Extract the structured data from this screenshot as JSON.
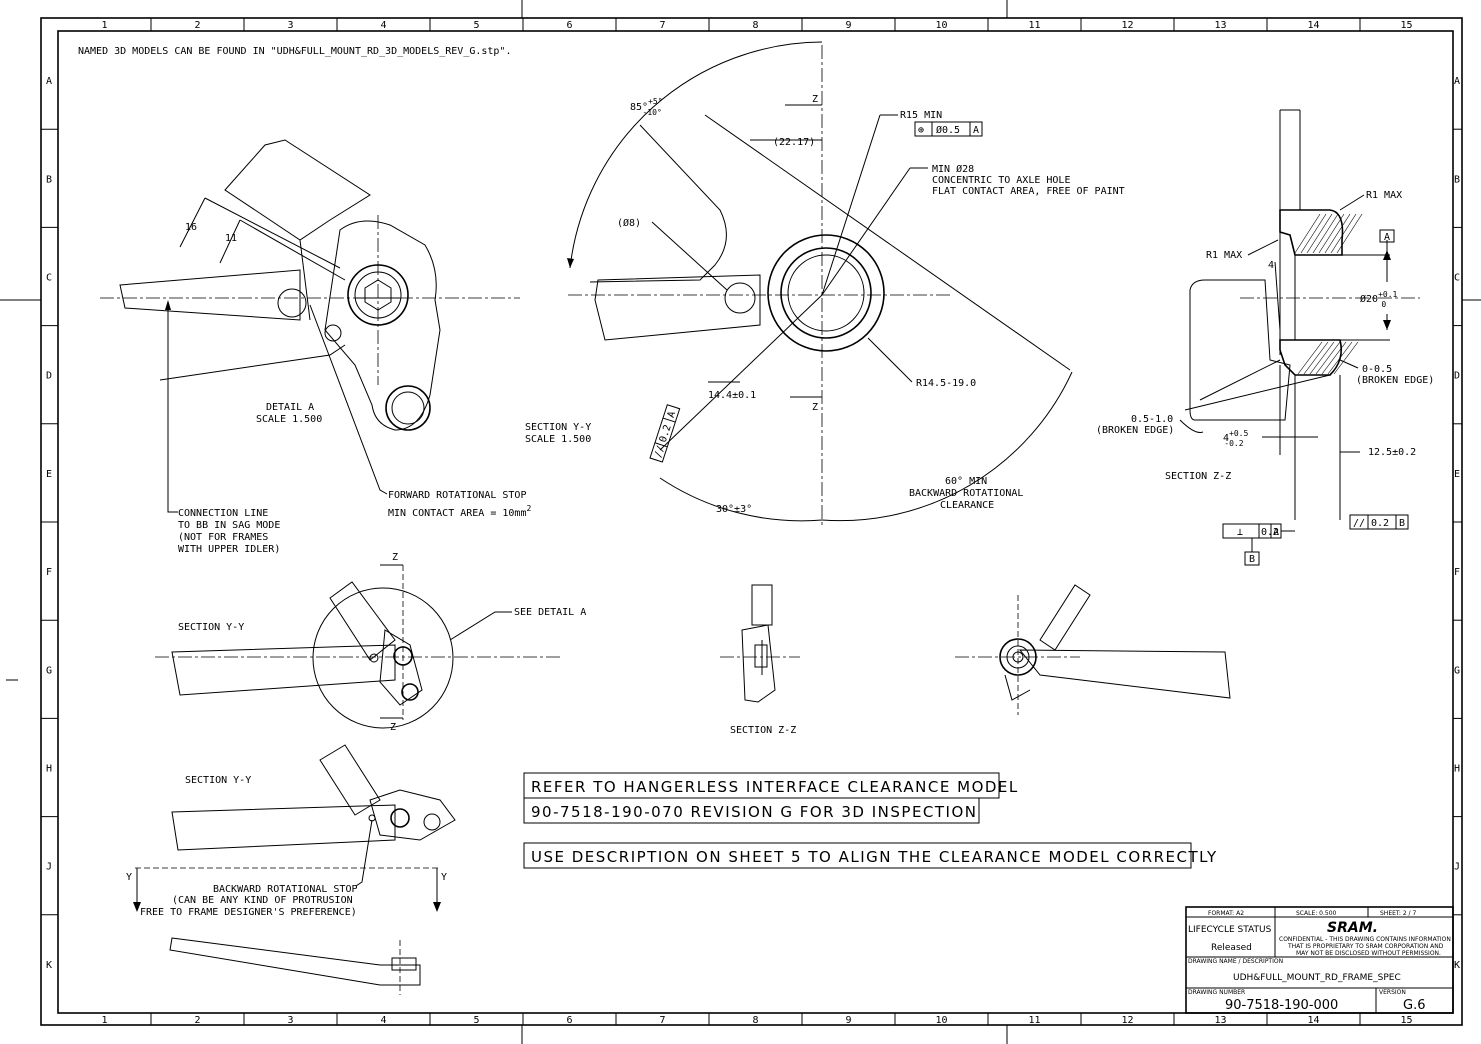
{
  "sheet": {
    "columns": [
      "1",
      "2",
      "3",
      "4",
      "5",
      "6",
      "7",
      "8",
      "9",
      "10",
      "11",
      "12",
      "13",
      "14",
      "15"
    ],
    "rows": [
      "A",
      "B",
      "C",
      "D",
      "E",
      "F",
      "G",
      "H",
      "J",
      "K"
    ]
  },
  "header_note": "NAMED 3D MODELS CAN BE FOUND IN \"UDH&FULL_MOUNT_RD_3D_MODELS_REV_G.stp\".",
  "detail_a": {
    "dim_16": "16",
    "dim_11": "11",
    "title": "DETAIL  A",
    "scale": "SCALE  1.500",
    "connection_line": [
      "CONNECTION LINE",
      "TO BB IN SAG MODE",
      "(NOT FOR FRAMES",
      "WITH UPPER IDLER)"
    ],
    "forward_stop": "FORWARD ROTATIONAL STOP",
    "min_contact": "MIN CONTACT AREA = 10mm",
    "min_contact_sup": "2"
  },
  "section_yy_detail": {
    "angle_top": "85°",
    "angle_tol_plus": "+5°",
    "angle_tol_minus": "-10°",
    "z_label": "Z",
    "dim_2217": "(22.17)",
    "dim_phi8": "(Ø8)",
    "r15": "R15 MIN",
    "fcf_r15": [
      "⊕",
      "Ø0.5",
      "A"
    ],
    "min_phi28": [
      "MIN Ø28",
      "CONCENTRIC TO AXLE HOLE",
      "FLAT CONTACT AREA, FREE OF PAINT"
    ],
    "dim_144": "14.4±0.1",
    "z_label_2": "Z",
    "r145": "R14.5-19.0",
    "fcf_par": [
      "//",
      "0.2",
      "A"
    ],
    "title": "SECTION  Y-Y",
    "scale": "SCALE  1.500",
    "angle_30": "30°±3°",
    "backward": [
      "60° MIN",
      "BACKWARD ROTATIONAL",
      "CLEARANCE"
    ]
  },
  "section_zz_detail": {
    "r1_max_top": "R1 MAX",
    "r1_max_left": "R1 MAX",
    "dim_4": "4",
    "datum_a": "A",
    "phi20": "Ø20",
    "phi20_plus": "+0.1",
    "phi20_minus": "0",
    "broken_edge_right": [
      "0-0.5",
      "(BROKEN EDGE)"
    ],
    "broken_edge_left": [
      "0.5-1.0",
      "(BROKEN EDGE)"
    ],
    "dim_4_tol": "4",
    "dim_4_plus": "+0.5",
    "dim_4_minus": "-0.2",
    "dim_125": "12.5±0.2",
    "title": "SECTION  Z-Z",
    "fcf_perp": [
      "⊥",
      "0.2",
      "A"
    ],
    "datum_b": "B",
    "fcf_par_b": [
      "//",
      "0.2",
      "B"
    ]
  },
  "views": {
    "section_yy_1": "SECTION  Y-Y",
    "see_detail": "SEE DETAIL  A",
    "z_top": "Z",
    "z_bottom": "Z",
    "section_zz_small": "SECTION  Z-Z",
    "section_yy_2": "SECTION  Y-Y",
    "y_left": "Y",
    "y_right": "Y",
    "backward_stop": [
      "BACKWARD ROTATIONAL STOP",
      "(CAN BE ANY KIND OF PROTRUSION",
      "FREE TO FRAME DESIGNER'S PREFERENCE)"
    ]
  },
  "notes": {
    "line1": "REFER TO HANGERLESS INTERFACE CLEARANCE MODEL",
    "line2": "90-7518-190-070 REVISION G FOR 3D INSPECTION",
    "line3": "USE DESCRIPTION ON SHEET 5 TO ALIGN THE CLEARANCE MODEL CORRECTLY"
  },
  "title_block": {
    "format": "FORMAT:  A2",
    "scale": "SCALE:  0.500",
    "sheet": "SHEET:  2 / 7",
    "lifecycle_label": "LIFECYCLE STATUS",
    "lifecycle_value": "Released",
    "brand": "SRAM.",
    "confidential": [
      "CONFIDENTIAL - THIS DRAWING CONTAINS INFORMATION",
      "THAT IS PROPRIETARY TO SRAM CORPORATION AND",
      "MAY NOT BE DISCLOSED WITHOUT PERMISSION."
    ],
    "name_label": "DRAWING NAME / DESCRIPTION",
    "name_value": "UDH&FULL_MOUNT_RD_FRAME_SPEC",
    "number_label": "DRAWING NUMBER",
    "number_value": "90-7518-190-000",
    "version_label": "VERSION",
    "version_value": "G.6"
  }
}
